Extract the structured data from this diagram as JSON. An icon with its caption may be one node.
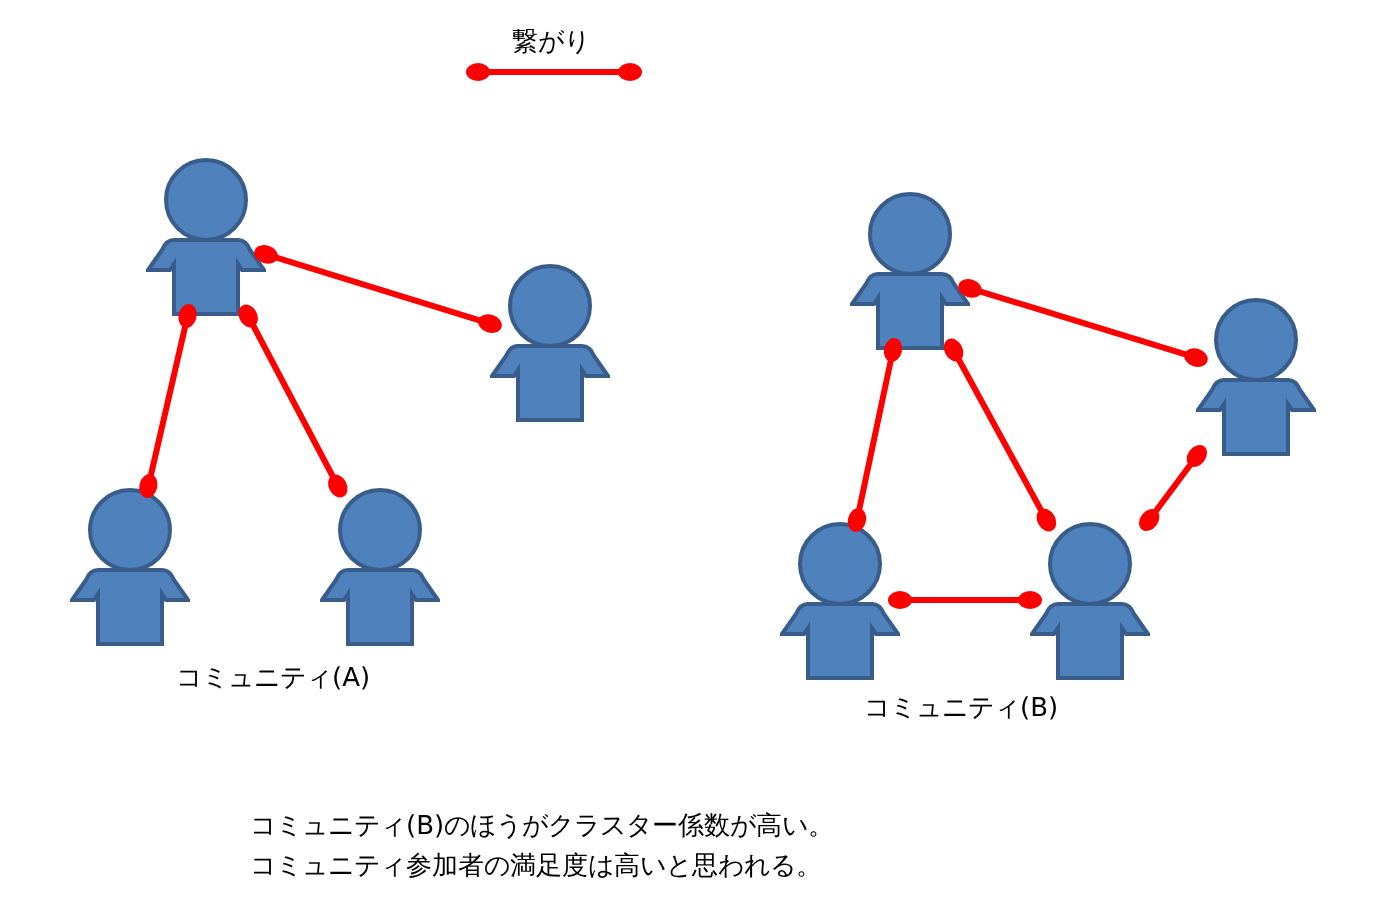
{
  "diagram": {
    "nodes": [
      {
        "text": [],
        "shape": "person"
      },
      {
        "text": [],
        "shape": "person"
      },
      {
        "text": [],
        "shape": "person"
      },
      {
        "text": [],
        "shape": "person"
      },
      {
        "text": [],
        "shape": "person"
      },
      {
        "text": [],
        "shape": "person"
      },
      {
        "text": [],
        "shape": "person"
      },
      {
        "text": [],
        "shape": "person"
      }
    ],
    "edges": [
      {
        "from": 0,
        "to": 1,
        "arrow": "other"
      },
      {
        "from": 0,
        "to": 2,
        "arrow": "other"
      },
      {
        "from": 0,
        "to": 3,
        "arrow": "other"
      },
      {
        "from": 4,
        "to": 5,
        "arrow": "other"
      },
      {
        "from": 4,
        "to": 6,
        "arrow": "other"
      },
      {
        "from": 4,
        "to": 7,
        "arrow": "other"
      },
      {
        "from": 6,
        "to": 7,
        "arrow": "other"
      },
      {
        "from": 7,
        "to": 5,
        "arrow": "other"
      }
    ],
    "labels": [
      "コミュニティ(A)",
      "コミュニティ(B)",
      "コミュニティ(B)のほうがクラスター係数が高い。",
      "コミュニティ参加者の満足度は高いと思われる。"
    ],
    "legend": [
      {
        "text": "繋がり"
      }
    ]
  }
}
